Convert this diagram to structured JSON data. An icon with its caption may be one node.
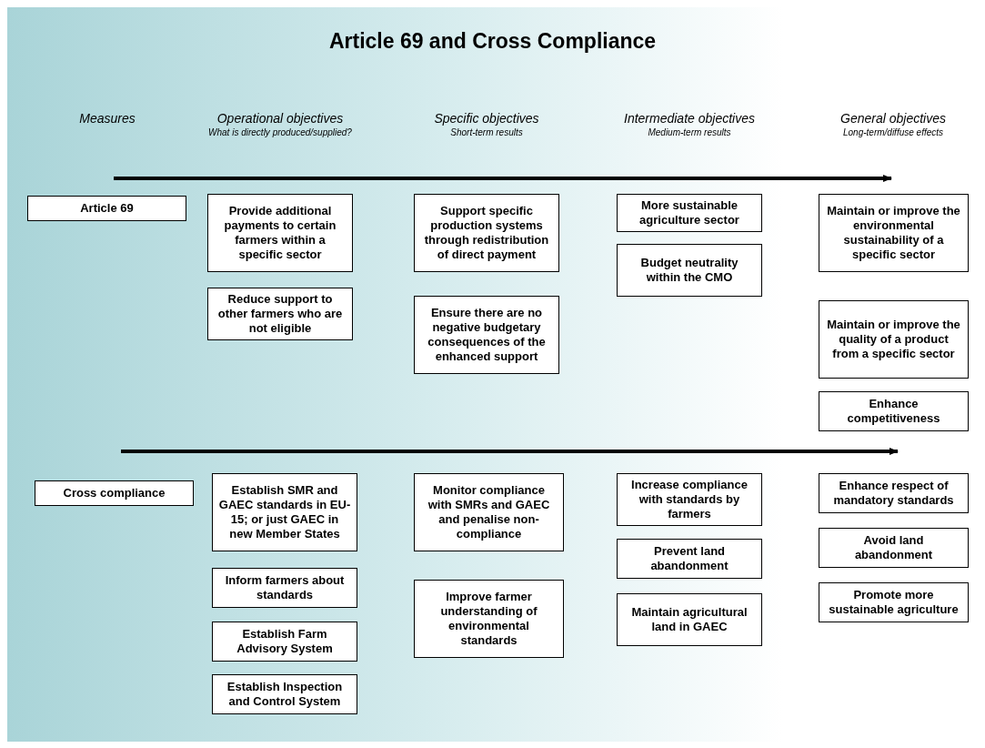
{
  "diagram": {
    "title": "Article 69 and Cross Compliance",
    "nodes": [
      {
        "text": [
          "Article 69"
        ]
      },
      {
        "text": [
          "Provide additional payments to certain farmers within a specific sector"
        ]
      },
      {
        "text": [
          "Reduce support to other farmers who are not eligible"
        ]
      },
      {
        "text": [
          "Support specific production systems through redistribution of direct payment"
        ]
      },
      {
        "text": [
          "Ensure there are no negative budgetary consequences of the enhanced support"
        ]
      },
      {
        "text": [
          "More sustainable agriculture sector"
        ]
      },
      {
        "text": [
          "Budget neutrality within the CMO"
        ]
      },
      {
        "text": [
          "Maintain or improve the environmental sustainability of a specific sector"
        ]
      },
      {
        "text": [
          "Maintain or improve the quality of a product from a specific sector"
        ]
      },
      {
        "text": [
          "Enhance competitiveness"
        ]
      },
      {
        "text": [
          "Cross compliance"
        ]
      },
      {
        "text": [
          "Establish SMR and GAEC standards in EU-15; or just GAEC in new Member States"
        ]
      },
      {
        "text": [
          "Inform farmers about standards"
        ]
      },
      {
        "text": [
          "Establish Farm Advisory System"
        ]
      },
      {
        "text": [
          "Establish Inspection and Control System"
        ]
      },
      {
        "text": [
          "Monitor compliance with SMRs and GAEC and penalise non-compliance"
        ]
      },
      {
        "text": [
          "Improve farmer understanding of environmental standards"
        ]
      },
      {
        "text": [
          "Increase compliance with standards by farmers"
        ]
      },
      {
        "text": [
          "Prevent land abandonment"
        ]
      },
      {
        "text": [
          "Maintain agricultural land in GAEC"
        ]
      },
      {
        "text": [
          "Enhance respect of mandatory standards"
        ]
      },
      {
        "text": [
          "Avoid land abandonment"
        ]
      },
      {
        "text": [
          "Promote more sustainable agriculture"
        ]
      }
    ],
    "labels": [
      "Measures",
      "Operational objectives",
      "What is directly produced/supplied?",
      "Specific objectives",
      "Short-term results",
      "Intermediate objectives",
      "Medium-term results",
      "General objectives",
      "Long-term/diffuse effects"
    ]
  }
}
